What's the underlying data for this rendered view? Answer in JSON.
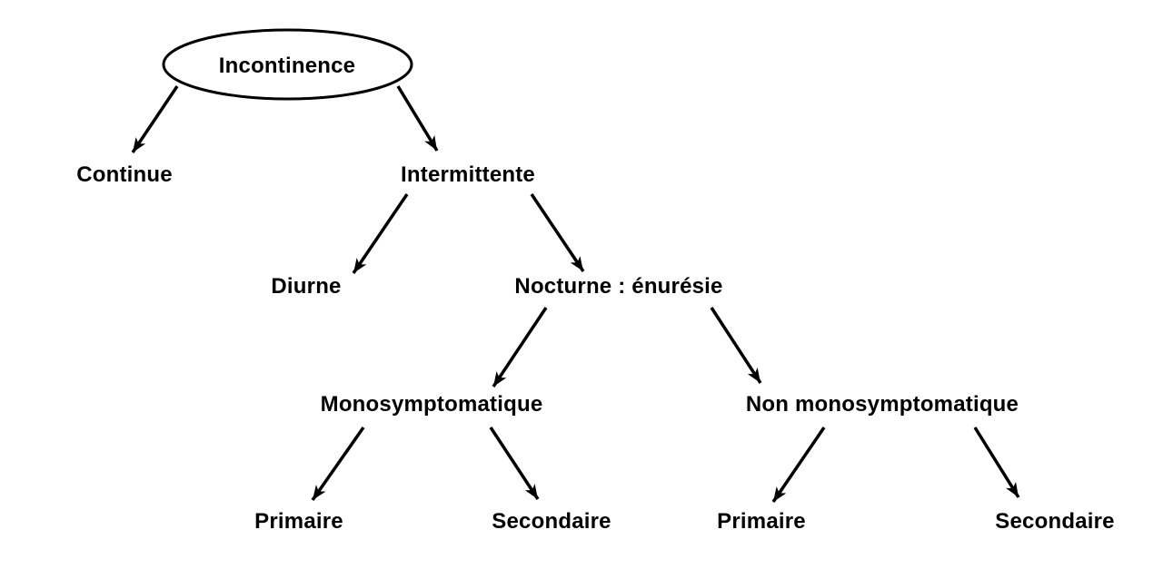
{
  "diagram": {
    "type": "tree",
    "nodes": {
      "incontinence": "Incontinence",
      "continue": "Continue",
      "intermittente": "Intermittente",
      "diurne": "Diurne",
      "nocturne": "Nocturne : énurésie",
      "monosymptomatique": "Monosymptomatique",
      "non_monosymptomatique": "Non monosymptomatique",
      "mono_primaire": "Primaire",
      "mono_secondaire": "Secondaire",
      "nonmono_primaire": "Primaire",
      "nonmono_secondaire": "Secondaire"
    },
    "edges": [
      [
        "incontinence",
        "continue"
      ],
      [
        "incontinence",
        "intermittente"
      ],
      [
        "intermittente",
        "diurne"
      ],
      [
        "intermittente",
        "nocturne"
      ],
      [
        "nocturne",
        "monosymptomatique"
      ],
      [
        "nocturne",
        "non_monosymptomatique"
      ],
      [
        "monosymptomatique",
        "mono_primaire"
      ],
      [
        "monosymptomatique",
        "mono_secondaire"
      ],
      [
        "non_monosymptomatique",
        "nonmono_primaire"
      ],
      [
        "non_monosymptomatique",
        "nonmono_secondaire"
      ]
    ],
    "root_shape": "ellipse"
  },
  "colors": {
    "background": "#ffffff",
    "line": "#000000",
    "text": "#000000"
  }
}
